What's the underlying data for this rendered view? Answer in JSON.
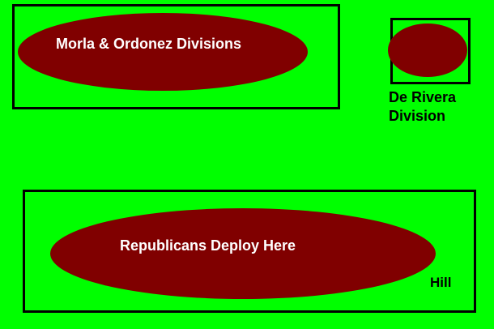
{
  "units": {
    "morla_ordonez": "Morla & Ordonez Divisions",
    "de_rivera": [
      "De Rivera",
      "Division"
    ],
    "republicans": "Republicans Deploy Here"
  },
  "terrain": {
    "hill": "Hill"
  },
  "colors": {
    "field": "#00ff00",
    "unit": "#800000",
    "border": "#000000"
  }
}
